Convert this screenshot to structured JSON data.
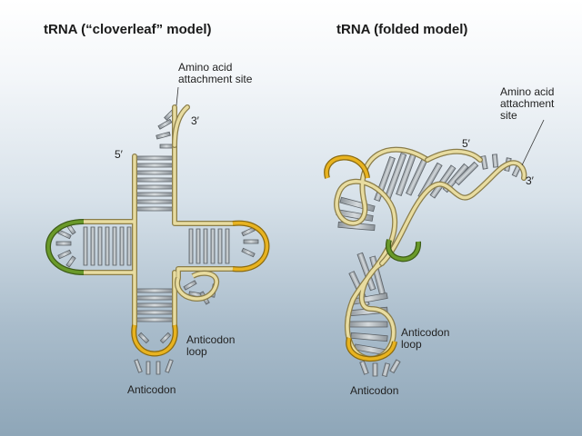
{
  "titles": {
    "left": "tRNA (“cloverleaf” model)",
    "right": "tRNA (folded model)"
  },
  "cloverleaf": {
    "amino_line1": "Amino acid",
    "amino_line2": "attachment site",
    "three_prime": "3′",
    "five_prime": "5′",
    "anticodon_loop_line1": "Anticodon",
    "anticodon_loop_line2": "loop",
    "anticodon": "Anticodon"
  },
  "folded": {
    "amino_line1": "Amino acid",
    "amino_line2": "attachment",
    "amino_line3": "site",
    "three_prime": "3′",
    "five_prime": "5′",
    "anticodon_loop_line1": "Anticodon",
    "anticodon_loop_line2": "loop",
    "anticodon": "Anticodon"
  },
  "colors": {
    "backbone": "#e8dca0",
    "backbone_edge": "#8a7d4a",
    "base": "#b9bfc4",
    "base_edge": "#5d6368",
    "loop_yellow": "#e8b320",
    "loop_green": "#6a9a2a"
  }
}
